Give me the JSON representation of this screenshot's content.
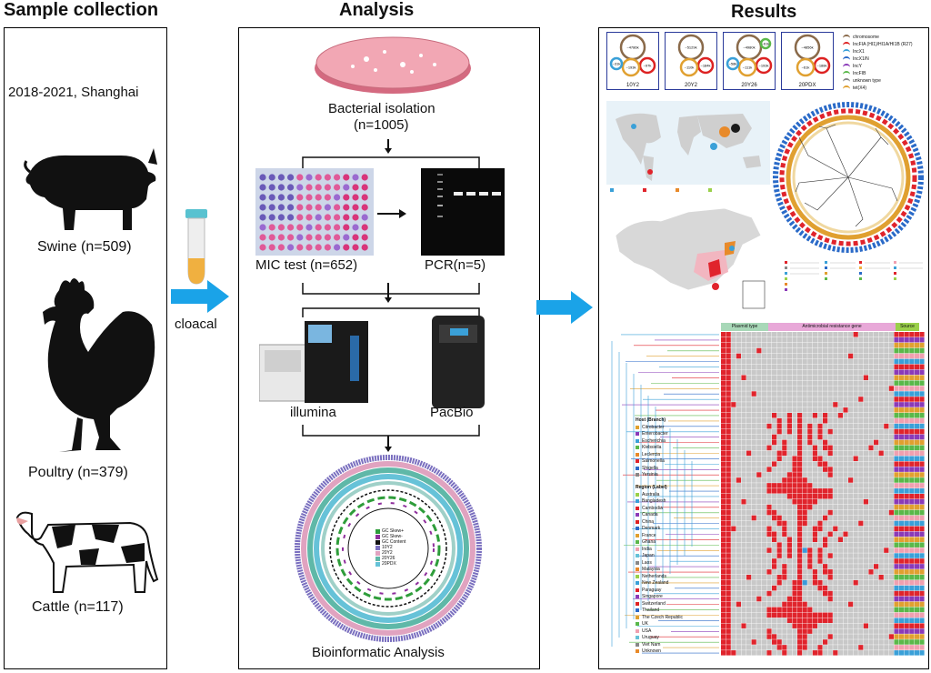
{
  "headers": {
    "sample_collection": "Sample collection",
    "analysis": "Analysis",
    "results": "Results"
  },
  "sample": {
    "period": "2018-2021, Shanghai",
    "swine": "Swine (n=509)",
    "poultry": "Poultry (n=379)",
    "cattle": "Cattle (n=117)",
    "method": "cloacal"
  },
  "analysis": {
    "isolation_line1": "Bacterial isolation",
    "isolation_line2": "(n=1005)",
    "mic": "MIC test (n=652)",
    "pcr": "PCR(n=5)",
    "illumina": "illumina",
    "pacbio": "PacBio",
    "bioinformatic": "Bioinformatic Analysis",
    "ring_legend": [
      "GC Skew+",
      "GC Skew-",
      "GC Content",
      "10Y2",
      "20Y2",
      "20Y26",
      "20PDX"
    ],
    "ring_legend_colors": [
      "#2e9d3a",
      "#8e2e9c",
      "#111111",
      "#7a6fbf",
      "#e0a3c0",
      "#5fb8a8",
      "#66c2d8"
    ]
  },
  "results": {
    "plasmids": [
      {
        "name": "10Y2",
        "values": [
          "~4786k",
          "~97k",
          "~193k",
          "~31k"
        ]
      },
      {
        "name": "20Y2",
        "values": [
          "~5129k",
          "~184k",
          "~110k"
        ]
      },
      {
        "name": "20Y26",
        "values": [
          "~4980k",
          "~193k",
          "~111k",
          "~58k",
          "~61k"
        ]
      },
      {
        "name": "20PDX",
        "values": [
          "~4856k",
          "~188k",
          "~61k"
        ]
      }
    ],
    "plasmid_legend": [
      {
        "label": "chromosome",
        "color": "#8a6a4a"
      },
      {
        "label": "IncFIA (HI1)/HI1A/HI1B (R27)",
        "color": "#d22"
      },
      {
        "label": "IncX1",
        "color": "#3aa0d8"
      },
      {
        "label": "IncX1/N",
        "color": "#2a6ac8"
      },
      {
        "label": "IncY",
        "color": "#8a3ab8"
      },
      {
        "label": "IncFIB",
        "color": "#5ab84a"
      },
      {
        "label": "unknown type",
        "color": "#888888"
      },
      {
        "label": "tet(X4)",
        "color": "#e0a030"
      }
    ],
    "tree_headers": [
      "Plasmid type",
      "Antimicrobial resistance gene",
      "Source"
    ],
    "host_title": "Host (Branch)",
    "hosts": [
      "Citrobacter",
      "Enterobacter",
      "Escherichia",
      "Klebsiella",
      "Leclercia",
      "Salmonella",
      "Shigella",
      "Yersinia"
    ],
    "region_title": "Region (Label)",
    "regions": [
      "Australia",
      "Bangladesh",
      "Cambodia",
      "Canada",
      "China",
      "Denmark",
      "France",
      "Ghana",
      "India",
      "Japan",
      "Laos",
      "Malaysia",
      "Netherlands",
      "New Zealand",
      "Paraguay",
      "Singapore",
      "Switzerland",
      "Thailand",
      "The Czech Republic",
      "UK",
      "USA",
      "Uruguay",
      "Viet Nam",
      "Unknown"
    ]
  },
  "colors": {
    "arrow": "#1aa3e8",
    "heat_red": "#e0242c",
    "heat_grey": "#c8c8c8",
    "heat_blue": "#3a9ad9",
    "plate": "#f2a7b4"
  }
}
